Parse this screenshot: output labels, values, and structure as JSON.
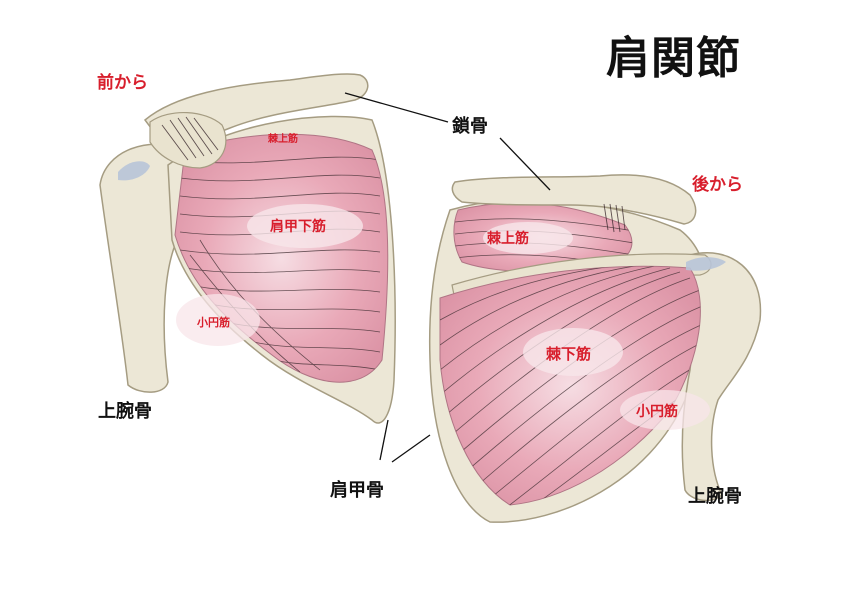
{
  "title": "肩関節",
  "views": {
    "front": "前から",
    "back": "後から"
  },
  "bones": {
    "clavicle": "鎖骨",
    "scapula": "肩甲骨",
    "humerus_front": "上腕骨",
    "humerus_back": "上腕骨"
  },
  "muscles_front": {
    "supraspinatus": "棘上筋",
    "subscapularis": "肩甲下筋",
    "teres_minor": "小円筋"
  },
  "muscles_back": {
    "supraspinatus": "棘上筋",
    "infraspinatus": "棘下筋",
    "teres_minor": "小円筋"
  },
  "colors": {
    "bone": "#ece7d6",
    "bone_outline": "#a59c82",
    "muscle": "#eab4c0",
    "label_red": "#d81e2c",
    "text": "#111111"
  }
}
